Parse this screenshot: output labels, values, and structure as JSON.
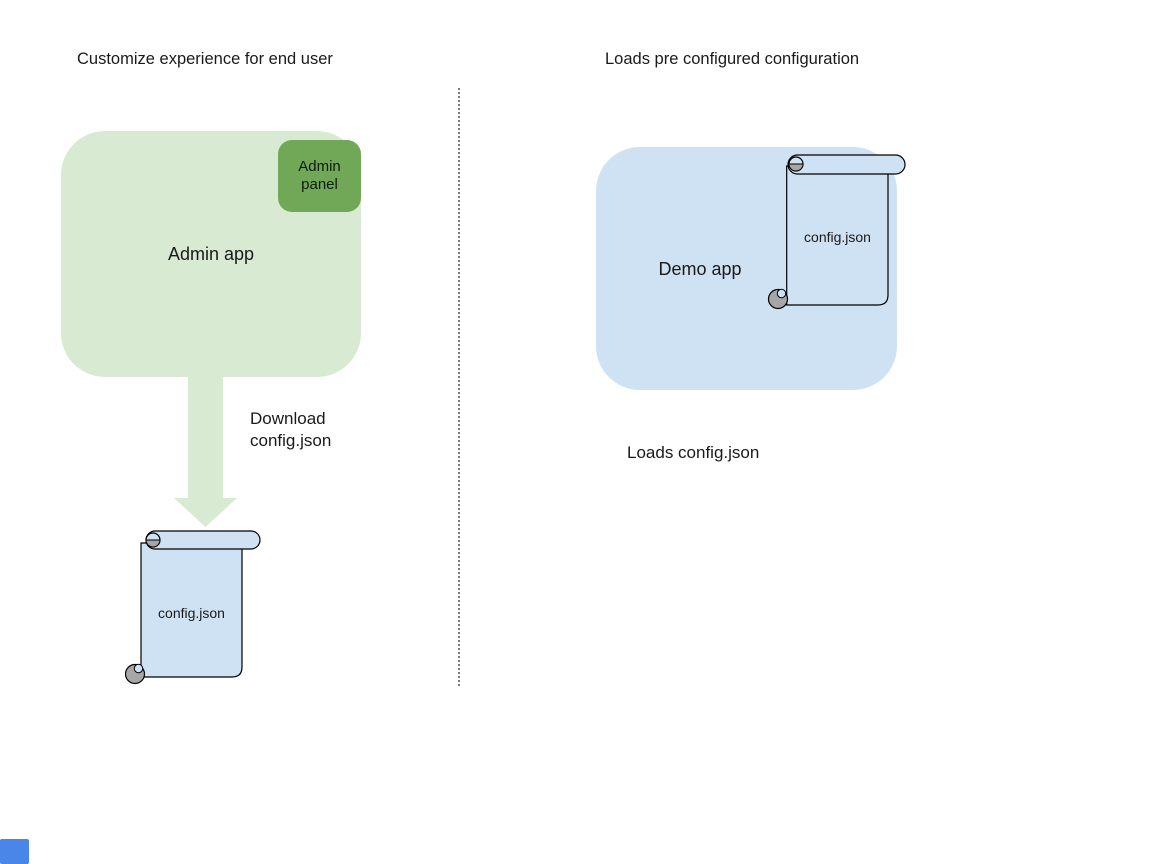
{
  "diagram": {
    "left": {
      "title": "Customize experience for end user",
      "admin_app_label": "Admin app",
      "admin_panel_label": "Admin panel",
      "arrow_label_line1": "Download",
      "arrow_label_line2": "config.json",
      "config_file_label": "config.json"
    },
    "right": {
      "title": "Loads pre configured configuration",
      "demo_app_label": "Demo app",
      "config_file_label": "config.json",
      "caption": "Loads config.json"
    },
    "colors": {
      "app_green_fill": "#d9ead3",
      "panel_green_fill": "#71a857",
      "light_blue_fill": "#cfe2f3",
      "shape_outline": "#000000",
      "scroll_curl_gray": "#a6a6a6",
      "divider_gray": "#7a7a7a",
      "corner_square_blue": "#4a86e8",
      "text": "#1a1a1a"
    }
  }
}
